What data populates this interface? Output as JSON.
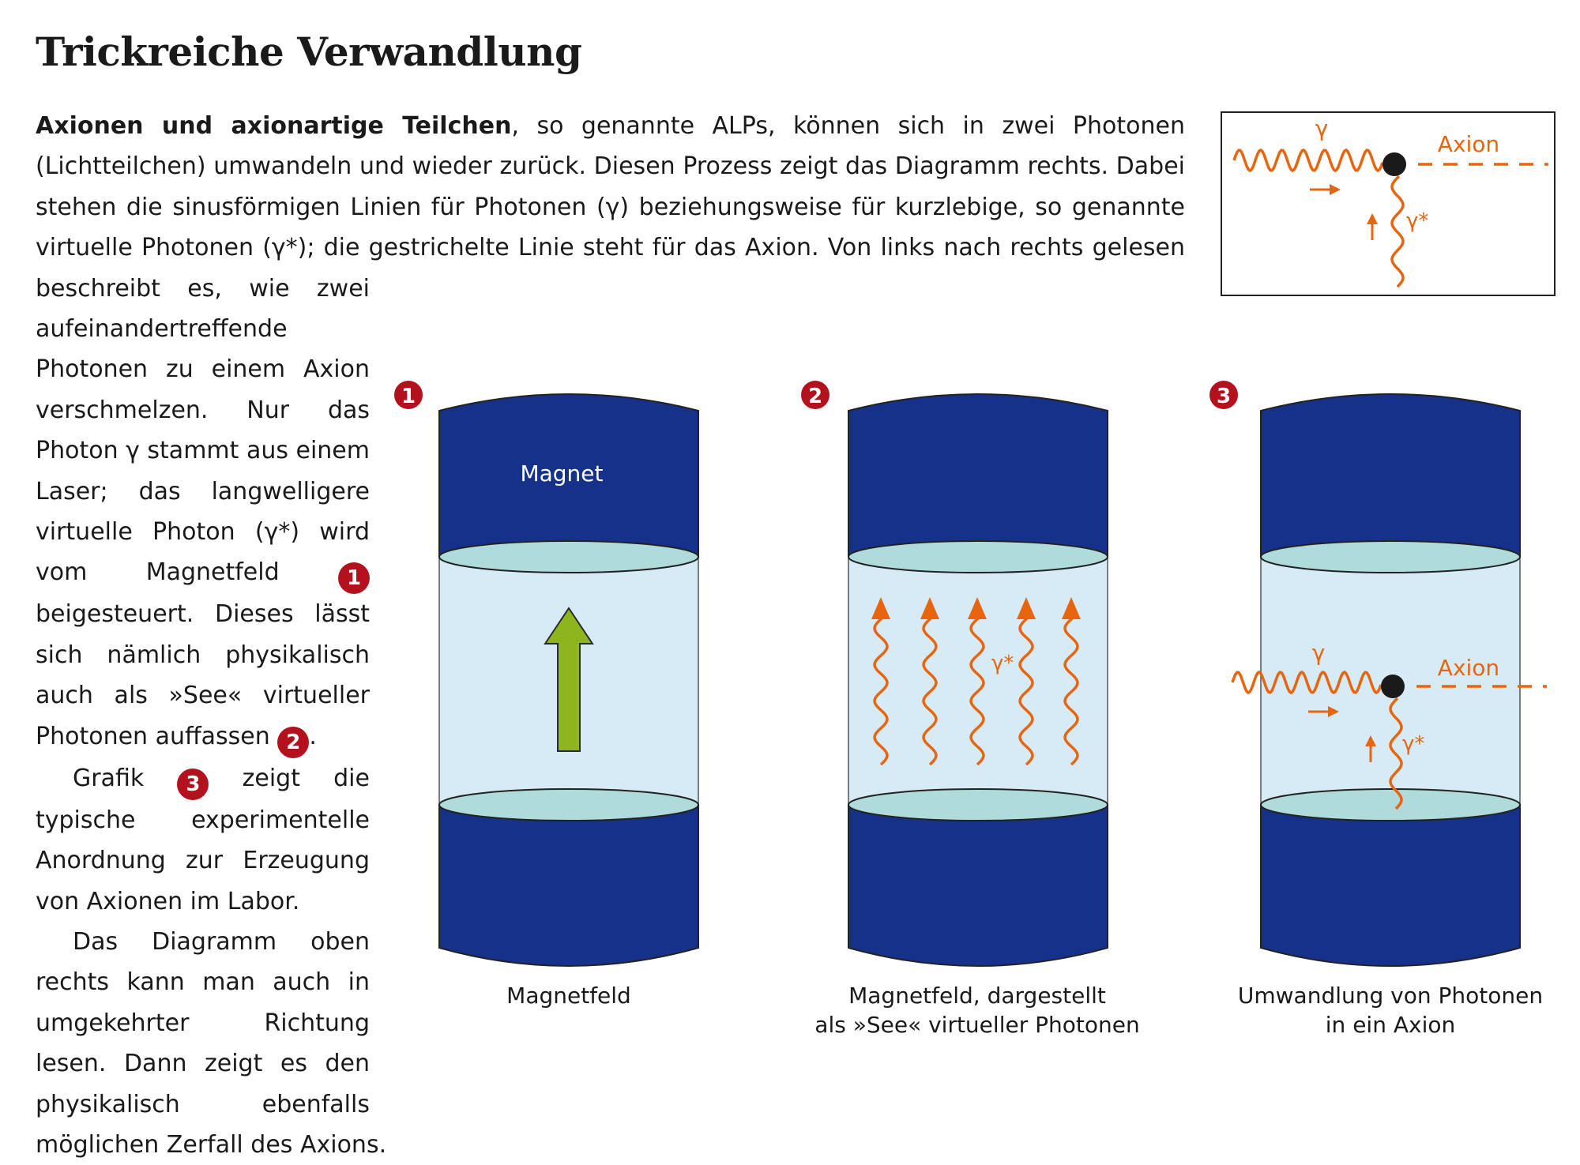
{
  "title": "Trickreiche Verwandlung",
  "body": {
    "p1_bold": "Axionen und axionartige Teilchen",
    "p1_a": ", so genannte ALPs, können sich in zwei Photonen (Lichtteilchen) umwandeln und wieder zurück. Diesen Prozess zeigt das Diagramm rechts. Dabei stehen die sinusförmigen Linien für Photonen (γ) beziehungsweise für kurzlebige, so genannte virtuelle Photonen (γ*); die gestrichelte Linie steht für das Axion. Von links nach rechts gelesen beschreibt es, wie zwei aufeinandertreffende Photonen zu einem Axion verschmelzen. Nur das Photon γ stammt aus einem Laser; das langwelligere virtuelle Photon (γ*) wird vom Magnetfeld",
    "p1_b": "beigesteuert. Dieses lässt sich nämlich physikalisch auch als »See« virtueller Photonen auffassen",
    "p1_c": ".",
    "p2_a": "Grafik",
    "p2_b": "zeigt die typische experimentelle Anordnung zur Erzeugung von Axionen im Labor.",
    "p3": "Das Diagramm oben rechts kann man auch in umgekehrter Richtung lesen. Dann zeigt es den physikalisch ebenfalls möglichen Zerfall des Axions."
  },
  "badges": [
    "1",
    "2",
    "3"
  ],
  "diagram": {
    "photon": "γ",
    "virtual_photon": "γ*",
    "axion": "Axion"
  },
  "figures": [
    {
      "number": "1",
      "label": "Magnet",
      "caption_1": "Magnetfeld",
      "caption_2": ""
    },
    {
      "number": "2",
      "virtual_photon": "γ*",
      "caption_1": "Magnetfeld, dargestellt",
      "caption_2": "als »See« virtueller Photonen"
    },
    {
      "number": "3",
      "photon": "γ",
      "virtual_photon": "γ*",
      "axion": "Axion",
      "caption_1": "Umwandlung von Photonen",
      "caption_2": "in ein Axion"
    }
  ],
  "colors": {
    "orange": "#e8650f",
    "magnet_blue": "#16318a",
    "field_blue": "#d7ebf7",
    "pole_cyan": "#afdcda",
    "arrow_green": "#8db51d",
    "badge_red": "#b3111e"
  }
}
